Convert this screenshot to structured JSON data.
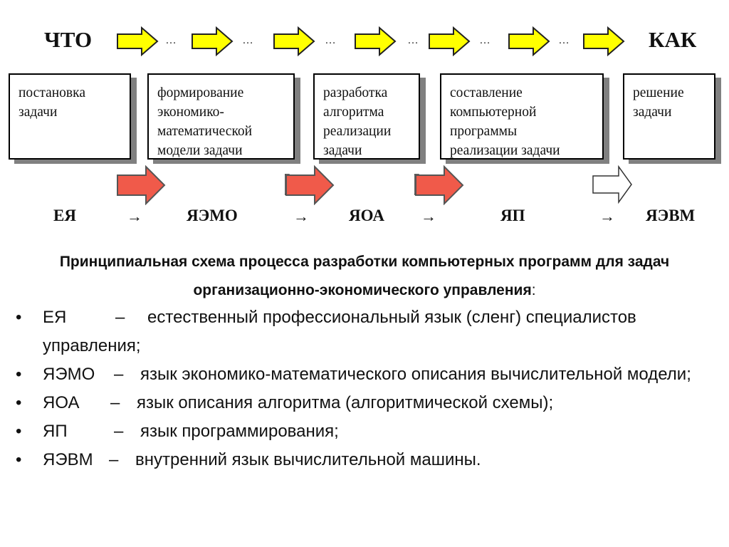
{
  "top": {
    "what_label": "ЧТО",
    "how_label": "КАК",
    "ellipsis": "…",
    "arrow_color": "#ffff00"
  },
  "stages": [
    {
      "text": "постановка\nзадачи"
    },
    {
      "text": "формирование\nэкономико-\nматематической\nмодели задачи"
    },
    {
      "text": "разработка\nалгоритма\nреализации\nзадачи"
    },
    {
      "text": "составление\nкомпьютерной\nпрограммы\nреализации задачи"
    },
    {
      "text": "решение\nзадачи"
    }
  ],
  "languages": [
    "ЕЯ",
    "ЯЭМО",
    "ЯОА",
    "ЯП",
    "ЯЭВМ"
  ],
  "lang_arrow": "→",
  "red_arrow_color": "#f05a4a",
  "caption": {
    "bold": "Принципиальная схема процесса разработки компьютерных программ для задач организационно-экономического управления",
    "colon": ":"
  },
  "definitions": [
    {
      "term": "ЕЯ",
      "dash": "–",
      "text": "естественный профессиональный язык (сленг) специалистов  управления;"
    },
    {
      "term": "ЯЭМО",
      "dash": "–",
      "text": "язык экономико-математического описания вычислительной модели;"
    },
    {
      "term": "ЯОА",
      "dash": "–",
      "text": "язык описания алгоритма (алгоритмической схемы);"
    },
    {
      "term": "ЯП",
      "dash": "–",
      "text": "язык программирования;"
    },
    {
      "term": "ЯЭВМ",
      "dash": "–",
      "text": "внутренний язык вычислительной машины."
    }
  ],
  "bullet": "•"
}
